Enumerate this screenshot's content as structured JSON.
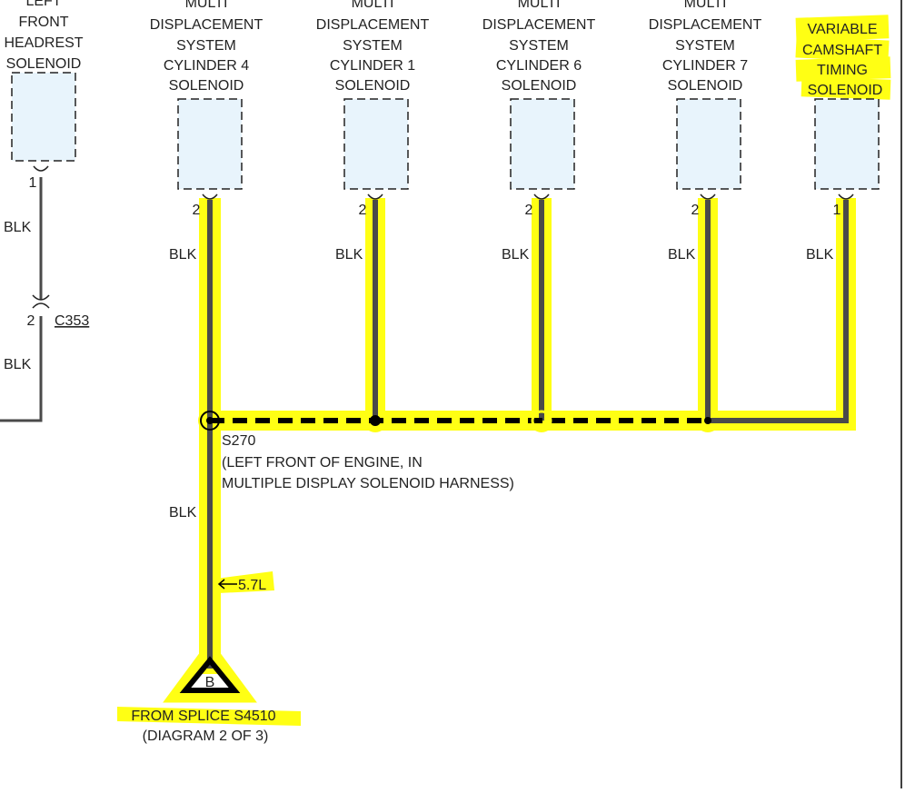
{
  "components": [
    {
      "id": "c0",
      "label_lines": [
        "LEFT",
        "FRONT",
        "HEADREST",
        "SOLENOID"
      ],
      "pin": "1",
      "wire": "BLK"
    },
    {
      "id": "c1",
      "label_lines": [
        "MULTI",
        "DISPLACEMENT",
        "SYSTEM",
        "CYLINDER 4",
        "SOLENOID"
      ],
      "pin": "2",
      "wire": "BLK"
    },
    {
      "id": "c2",
      "label_lines": [
        "MULTI",
        "DISPLACEMENT",
        "SYSTEM",
        "CYLINDER 1",
        "SOLENOID"
      ],
      "pin": "2",
      "wire": "BLK"
    },
    {
      "id": "c3",
      "label_lines": [
        "MULTI",
        "DISPLACEMENT",
        "SYSTEM",
        "CYLINDER 6",
        "SOLENOID"
      ],
      "pin": "2",
      "wire": "BLK"
    },
    {
      "id": "c4",
      "label_lines": [
        "MULTI",
        "DISPLACEMENT",
        "SYSTEM",
        "CYLINDER 7",
        "SOLENOID"
      ],
      "pin": "2",
      "wire": "BLK"
    },
    {
      "id": "c5",
      "label_lines": [
        "VARIABLE",
        "CAMSHAFT",
        "TIMING",
        "SOLENOID"
      ],
      "pin": "1",
      "wire": "BLK"
    }
  ],
  "connector": {
    "pin": "2",
    "name": "C353",
    "wire_below": "BLK"
  },
  "splice": {
    "lines": [
      "S270",
      "(LEFT FRONT OF ENGINE, IN",
      "MULTIPLE DISPLAY SOLENOID HARNESS)"
    ]
  },
  "trunk_wire": "BLK",
  "engine_option": "5.7L",
  "offpage": {
    "letter": "B",
    "lines": [
      "FROM SPLICE S4510",
      "(DIAGRAM 2 OF 3)"
    ]
  },
  "colors": {
    "highlight": "#ffff14",
    "wire": "#4a4a4a",
    "component_fill": "#e8f4fc",
    "component_stroke": "#222222"
  }
}
